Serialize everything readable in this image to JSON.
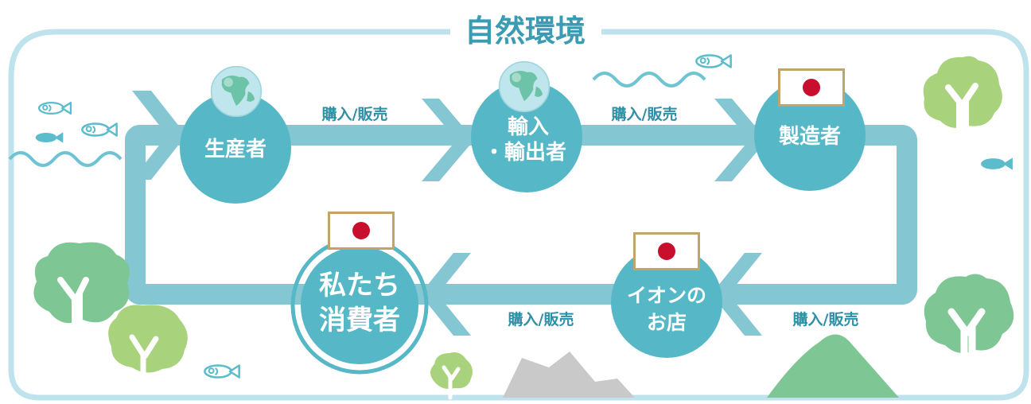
{
  "title": "自然環境",
  "edge_label": "購入/販売",
  "nodes": {
    "producer": {
      "label": "生産者"
    },
    "importer": {
      "line1": "輸入",
      "line2": "・輸出者"
    },
    "manufacturer": {
      "label": "製造者"
    },
    "store": {
      "line1": "イオンの",
      "line2": "お店"
    },
    "consumer": {
      "line1": "私たち",
      "line2": "消費者"
    }
  },
  "colors": {
    "frame": "#bfe3ec",
    "loop": "#84c6d2",
    "node": "#56b7c7",
    "title": "#3a9cb3",
    "tree_dark": "#7ec794",
    "tree_light": "#a9d27c",
    "mountain": "#7ec794",
    "rock": "#c9c9c9",
    "wave": "#6fc3d3",
    "fish": "#5cbccc",
    "flag_red": "#c8102e"
  },
  "icons": [
    "globe-icon",
    "japan-flag-icon",
    "fish-icon",
    "tree-icon",
    "wave-icon",
    "chevron-arrow-icon"
  ]
}
